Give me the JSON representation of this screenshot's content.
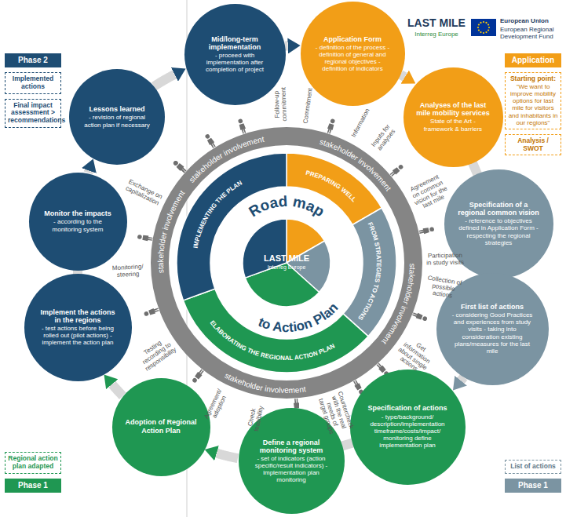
{
  "diagram": {
    "nodes": [
      {
        "text": [
          "Application Form",
          "- definition of the process - definition of general and regional objectives - definition of indicators"
        ]
      },
      {
        "text": [
          "Analyses of the last mile mobility services",
          "State of the Art - framework & barriers"
        ]
      },
      {
        "text": [
          "Specification of a regional common vision",
          "- reference to objectives defined in Application Form - respecting the regional strategies"
        ]
      },
      {
        "text": [
          "First list of actions",
          "- considering Good Practices and experiences from study visits - taking into consideration existing plans/measures for the last mile"
        ]
      },
      {
        "text": [
          "Specification of actions",
          "- type/background/ description/implementation timeframe/costs/impact/ monitoring define implementation plan"
        ]
      },
      {
        "text": [
          "Define a regional monitoring system",
          "- set of indicators (action specific/result indicators) - implementation plan monitoring"
        ]
      },
      {
        "text": [
          "Adoption of Regional Action Plan"
        ]
      },
      {
        "text": [
          "Implement the actions in the regions",
          "- test actions before being rolled out (pilot actions) - implement the action plan"
        ]
      },
      {
        "text": [
          "Monitor the impacts",
          "- according to the monitoring system"
        ]
      },
      {
        "text": [
          "Lessons learned",
          "- revision of regional action plan if necessary"
        ]
      },
      {
        "text": [
          "Mid/long-term implementation",
          "- proceed with implementation after completion of project"
        ]
      },
      {
        "text": [
          "Application"
        ]
      },
      {
        "text": [
          "Starting point:",
          "\"We want to improve mobility options for last mile for visitors and inhabitants in our regions\""
        ]
      },
      {
        "text": [
          "Analysis / SWOT"
        ]
      },
      {
        "text": [
          "List of actions"
        ]
      },
      {
        "text": [
          "Phase 1"
        ]
      },
      {
        "text": [
          "Regional action plan adapted"
        ]
      },
      {
        "text": [
          "Phase 1"
        ]
      },
      {
        "text": [
          "Phase 2"
        ]
      },
      {
        "text": [
          "Implemented actions"
        ]
      },
      {
        "text": [
          "Final impact assessment > recommendations"
        ]
      }
    ],
    "edges": [
      {
        "from": 0,
        "to": 1,
        "arrow": "to"
      },
      {
        "from": 1,
        "to": 2,
        "arrow": "to"
      },
      {
        "from": 2,
        "to": 3,
        "arrow": "to"
      },
      {
        "from": 3,
        "to": 4,
        "arrow": "to"
      },
      {
        "from": 4,
        "to": 5,
        "arrow": "to"
      },
      {
        "from": 5,
        "to": 6,
        "arrow": "to"
      },
      {
        "from": 6,
        "to": 7,
        "arrow": "to"
      },
      {
        "from": 7,
        "to": 8,
        "arrow": "to"
      },
      {
        "from": 8,
        "to": 9,
        "arrow": "to"
      },
      {
        "from": 9,
        "to": 10,
        "arrow": "to"
      },
      {
        "from": 10,
        "to": 0,
        "arrow": "to"
      }
    ],
    "labels": [
      "LAST MILE",
      "Interreg Europe",
      "European Union",
      "European Regional Development Fund",
      "LAST MILE",
      "Interreg Europe",
      "Road map",
      "to Action Plan",
      "PREPARING WELL",
      "FROM STRATEGIES TO ACTIONS",
      "ELABORATING THE REGIONAL ACTION PLAN",
      "IMPLEMENTING THE PLAN",
      "stakeholder involvement",
      "stakeholder involvement",
      "stakeholder involvement",
      "stakeholder involvement",
      "stakeholder involvement",
      "Follow-up commitment",
      "Commitment",
      "Information",
      "Inputs for analyses",
      "Agreement on common vision for the last mile",
      "Participation in study visits",
      "Collection of possible actions",
      "Get information about single actions",
      "Countercheck with the real needs of target groups",
      "Check feasibility",
      "Agreement/ adoption",
      "Testing recording to responsibility",
      "Monitoring/ steering",
      "Exchange on capitalization"
    ]
  }
}
